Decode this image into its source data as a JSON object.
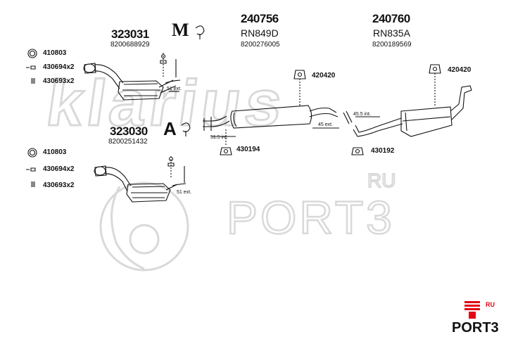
{
  "colors": {
    "ink": "#111111",
    "watermark": "#d9d9d9",
    "brand_red": "#e30613"
  },
  "watermark": {
    "klarius": "klarius",
    "port_ru": "RU",
    "port_word": "PORT3"
  },
  "systems": {
    "top_left": {
      "model": "323031",
      "ref": "8200688929",
      "type_icon": "manual-gearbox-icon",
      "type_text": "M",
      "parts": [
        {
          "code": "410803",
          "icon": "gasket-ring-icon"
        },
        {
          "code": "430694x2",
          "icon": "bolt-icon"
        },
        {
          "code": "430693x2",
          "icon": "spring-icon"
        }
      ],
      "dimension": "51 ext."
    },
    "bottom_left": {
      "model": "323030",
      "ref": "8200251432",
      "type_icon": "automatic-gearbox-icon",
      "type_text": "A",
      "parts": [
        {
          "code": "410803",
          "icon": "gasket-ring-icon"
        },
        {
          "code": "430694x2",
          "icon": "bolt-icon"
        },
        {
          "code": "430693x2",
          "icon": "spring-icon"
        }
      ],
      "dimension": "51 ext."
    },
    "middle": {
      "model": "240756",
      "name": "RN849D",
      "ref": "8200276005",
      "hanger_top": "420420",
      "hanger_bottom": "430194",
      "dim_left": "51.5 int.",
      "dim_right": "45 ext."
    },
    "rear": {
      "model": "240760",
      "name": "RN835A",
      "ref": "8200189569",
      "hanger_top": "420420",
      "hanger_bottom": "430192",
      "dim_int": "45.5 int."
    }
  },
  "logo": {
    "ru": "RU",
    "word": "PORT3"
  }
}
